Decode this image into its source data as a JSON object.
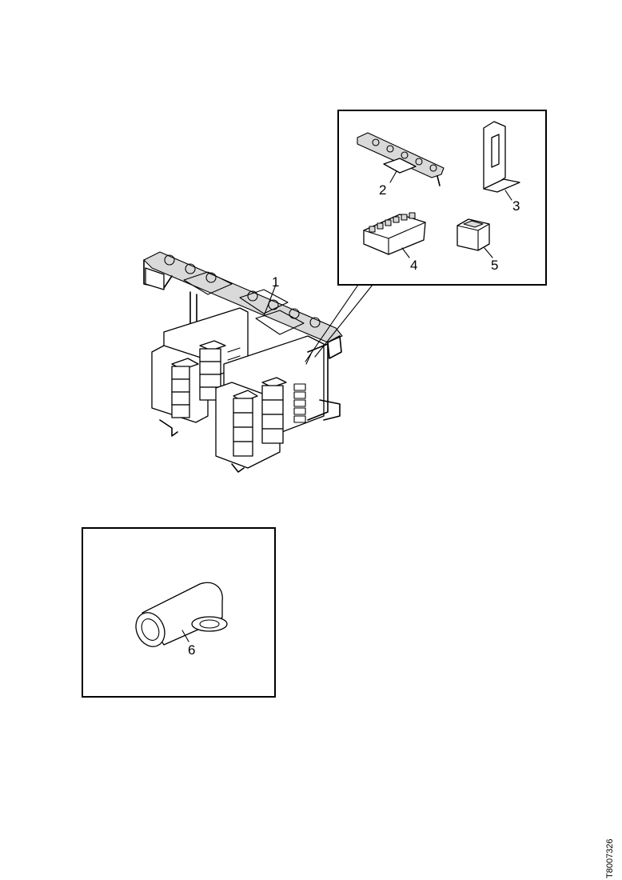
{
  "callouts": {
    "c1": "1",
    "c2": "2",
    "c3": "3",
    "c4": "4",
    "c5": "5",
    "c6": "6"
  },
  "reference_code": "T8007326"
}
